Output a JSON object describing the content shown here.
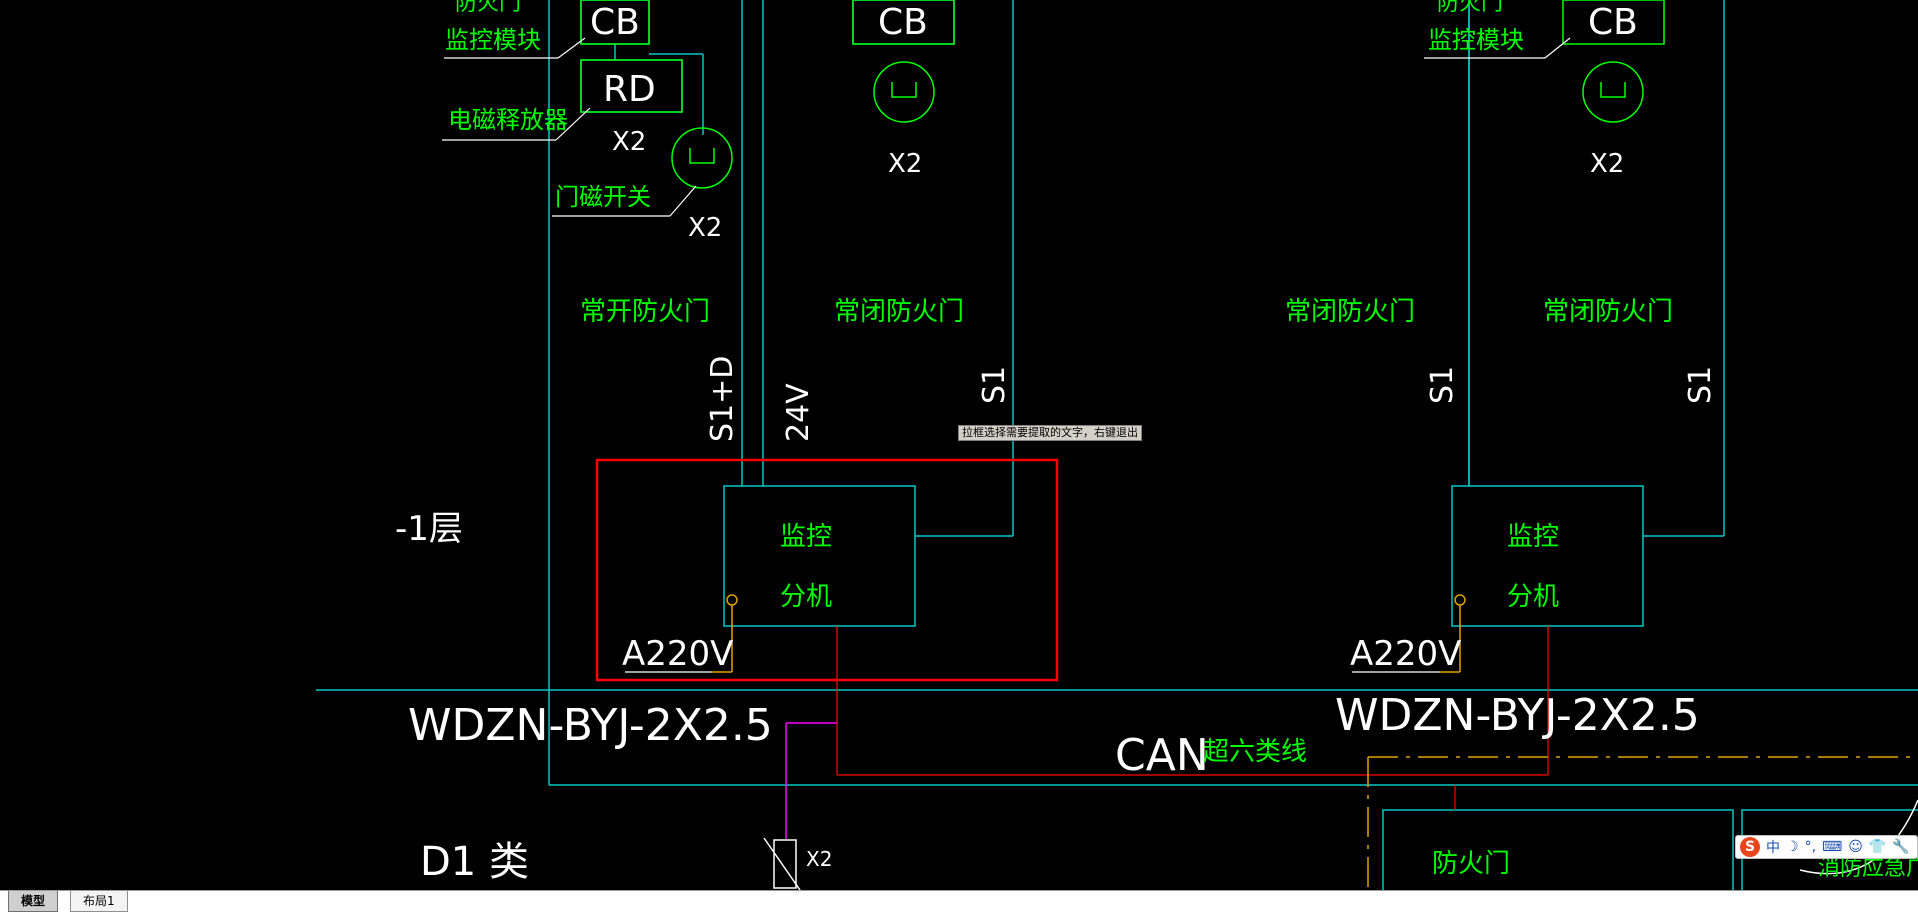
{
  "drawing": {
    "labels": {
      "monitor_module_left": "监控模块",
      "fire_door_top_left": "防火门",
      "monitor_module_right": "监控模块",
      "fire_door_top_right": "防火门",
      "cb": "CB",
      "rd": "RD",
      "em_release": "电磁释放器",
      "door_switch": "门磁开关",
      "x2": "X2",
      "normally_open_fire_door": "常开防火门",
      "normally_closed_fire_door": "常闭防火门",
      "s1d": "S1+D",
      "v24": "24V",
      "s1": "S1",
      "floor": "-1层",
      "monitor": "监控",
      "extension": "分机",
      "a220v": "A220V",
      "cable": "WDZN-BYJ-2X2.5",
      "can": "CAN",
      "cat6": "超六类线",
      "d1": "D1 类",
      "fire_door": "防火门",
      "fire_emergency": "消防应急广播"
    }
  },
  "tooltip": "拉框选择需要提取的文字，右键退出",
  "tabs": [
    "模型",
    "布局1"
  ],
  "ime": {
    "logo": "S",
    "items": [
      "中",
      "☽",
      "°,",
      "⌨",
      "☺",
      "👕",
      "🔧"
    ]
  },
  "colors": {
    "background": "#000000",
    "cyan": "#00c8c8",
    "green": "#00ff00",
    "red": "#ff0000",
    "orange": "#e0a000",
    "magenta": "#ff00ff"
  }
}
